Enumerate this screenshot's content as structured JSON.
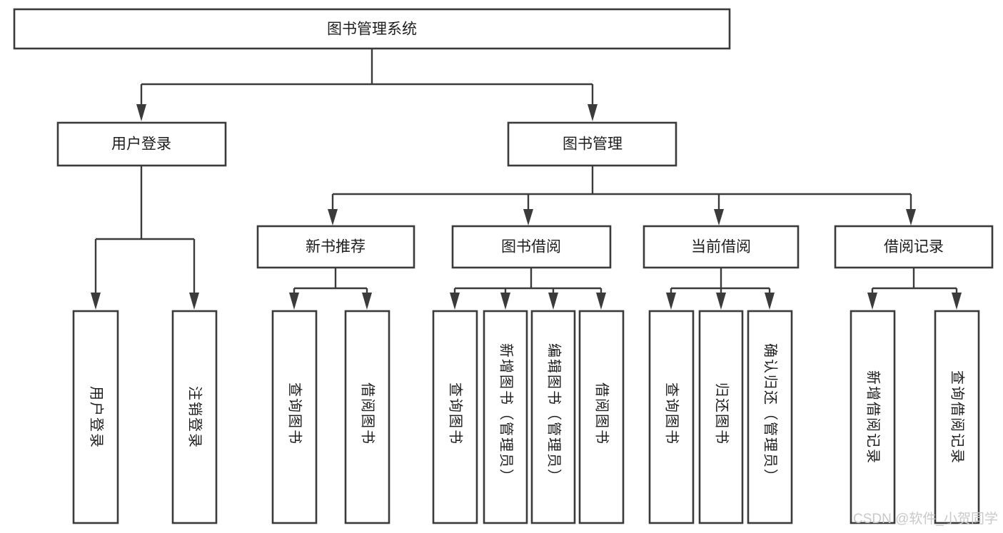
{
  "diagram": {
    "type": "tree-hierarchy-chart",
    "title": "图书管理系统",
    "levels": {
      "root": {
        "label": "图书管理系统",
        "name": "node-root-system"
      },
      "level2": [
        {
          "label": "用户登录",
          "name": "node-user-login"
        },
        {
          "label": "图书管理",
          "name": "node-book-management"
        }
      ],
      "level3": [
        {
          "label": "新书推荐",
          "name": "node-new-book-recommend"
        },
        {
          "label": "图书借阅",
          "name": "node-book-borrow"
        },
        {
          "label": "当前借阅",
          "name": "node-current-borrow"
        },
        {
          "label": "借阅记录",
          "name": "node-borrow-record"
        }
      ],
      "leaves": {
        "user_login": [
          {
            "label": "用户登录",
            "name": "leaf-user-login"
          },
          {
            "label": "注销登录",
            "name": "leaf-logout"
          }
        ],
        "new_book_recommend": [
          {
            "label": "查询图书",
            "name": "leaf-query-book-recommend"
          },
          {
            "label": "借阅图书",
            "name": "leaf-borrow-book-recommend"
          }
        ],
        "book_borrow": [
          {
            "label": "查询图书",
            "name": "leaf-query-book-borrow"
          },
          {
            "label": "新增图书（管理员）",
            "name": "leaf-add-book-admin"
          },
          {
            "label": "编辑图书（管理员）",
            "name": "leaf-edit-book-admin"
          },
          {
            "label": "借阅图书",
            "name": "leaf-borrow-book"
          }
        ],
        "current_borrow": [
          {
            "label": "查询图书",
            "name": "leaf-query-book-current"
          },
          {
            "label": "归还图书",
            "name": "leaf-return-book"
          },
          {
            "label": "确认归还（管理员）",
            "name": "leaf-confirm-return-admin"
          }
        ],
        "borrow_record": [
          {
            "label": "新增借阅记录",
            "name": "leaf-add-borrow-record"
          },
          {
            "label": "查询借阅记录",
            "name": "leaf-query-borrow-record"
          }
        ]
      }
    },
    "colors": {
      "background": "#ffffff",
      "box_fill": "#ffffff",
      "box_stroke": "#3b3b3b",
      "text": "#1d1d1d",
      "watermark": "#c9c9c9"
    }
  },
  "watermark": {
    "text": "CSDN @软件_小贺同学"
  }
}
